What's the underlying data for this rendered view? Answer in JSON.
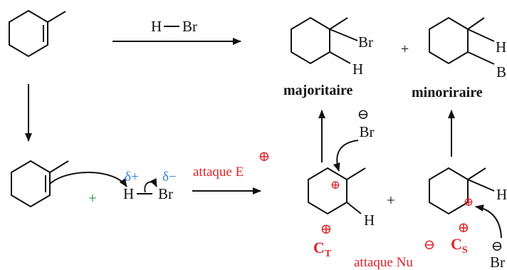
{
  "reagent_top": {
    "h": "H",
    "br": "Br"
  },
  "major": {
    "br": "Br",
    "h": "H",
    "label": "majoritaire"
  },
  "plus_top": "+",
  "minor": {
    "h": "H",
    "br": "B",
    "label": "minoriraire"
  },
  "br_anion_top": {
    "text": "Br",
    "charge": "⊖"
  },
  "plus_bottom_left": "+",
  "reagent_bottom": {
    "h": "H",
    "br": "Br",
    "delta_plus": "δ+",
    "delta_minus": "δ−"
  },
  "electrophilic_label": {
    "text": "attaque E",
    "charge": "⊕"
  },
  "carbocation_t": {
    "charge": "⊕",
    "h": "H",
    "ext_charge": "⊕",
    "label_main": "C",
    "label_sub": "T"
  },
  "plus_bottom_mid": "+",
  "carbocation_s": {
    "charge": "⊕",
    "h": "H",
    "ext_charge": "⊕",
    "label_main": "C",
    "label_sub": "S"
  },
  "nucleophilic_label": {
    "text": "attaque Nu",
    "charge": "⊖"
  },
  "br_anion_bottom": {
    "text": "Br",
    "charge": "⊖"
  },
  "colors": {
    "ink": "#111111",
    "red": "#e0242b",
    "blue": "#2f7fd8",
    "green": "#1a8a3a"
  }
}
